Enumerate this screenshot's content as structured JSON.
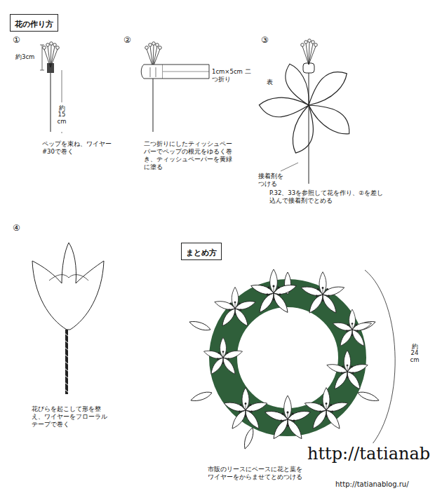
{
  "diagram": {
    "nodes": [
      {
        "text": [
          "花の作り方"
        ]
      },
      {
        "text": [
          "まとめ方"
        ]
      }
    ],
    "labels": [
      "①",
      "②",
      "③",
      "④",
      "約3cm",
      "約 15 cm",
      "ペップを束ね、ワイヤー#30で巻く",
      "1cm×5cm 二つ折り",
      "二つ折りにしたティッシュペーパーでペップの根元をゆるく巻き、ティッシュペーパーを黄緑に塗る",
      "表",
      "接着剤をつける",
      "P.32、33を参照して花を作り、②を差し込んで接着剤でとめる",
      "花びらを起こして形を整え、ワイヤーをフローラルテープで巻く",
      "約 24 cm",
      "市販のリースにベースに花と葉をワイヤーをからませてとめつける",
      "http://tatianab",
      "http://tatianablog.ru/"
    ]
  }
}
